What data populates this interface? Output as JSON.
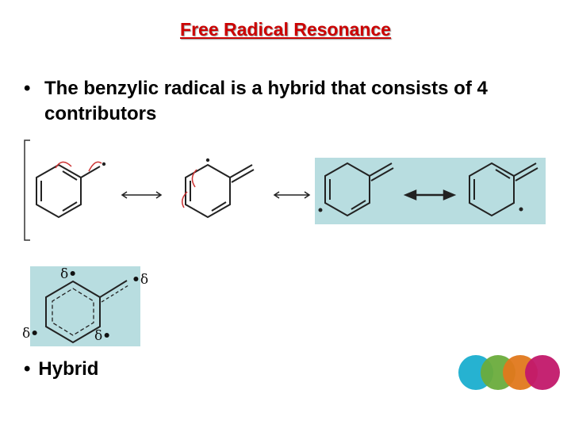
{
  "slide": {
    "title": "Free Radical Resonance",
    "bullet_symbol": "•",
    "bullet_text": "The benzylic radical is a hybrid that consists of 4 contributors",
    "hybrid_label": "Hybrid",
    "delta_symbol": "δ",
    "radical_dot": "•"
  },
  "colors": {
    "title": "#cc0000",
    "panel": "#b8dde0",
    "arrow_red": "#cc3333",
    "circles": [
      "#1aaecf",
      "#6aac3c",
      "#e0781c",
      "#c2186a"
    ]
  }
}
